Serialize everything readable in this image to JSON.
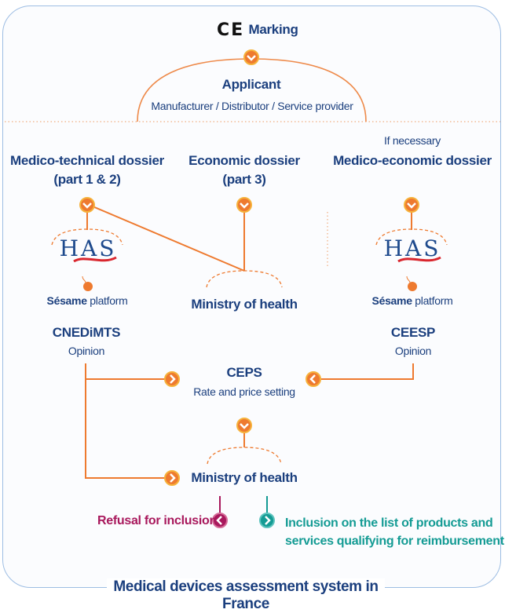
{
  "title": {
    "ce_mark": "CE",
    "label": "Marking"
  },
  "applicant": {
    "title": "Applicant",
    "subtitle": "Manufacturer / Distributor / Service provider"
  },
  "dossiers": {
    "medico_technical": {
      "line1": "Medico-technical dossier",
      "line2": "(part 1 & 2)"
    },
    "economic": {
      "line1": "Economic dossier",
      "line2": "(part 3)"
    },
    "medico_economic": {
      "note": "If necessary",
      "line1": "Medico-economic dossier"
    }
  },
  "has_logo": "HAS",
  "sesame": {
    "bold": "Sésame",
    "rest": " platform"
  },
  "ministry_label": "Ministry of health",
  "cnedimts": {
    "name": "CNEDiMTS",
    "sub": "Opinion"
  },
  "ceesp": {
    "name": "CEESP",
    "sub": "Opinion"
  },
  "ceps": {
    "name": "CEPS",
    "sub": "Rate and price setting"
  },
  "outcomes": {
    "refusal": "Refusal for inclusion",
    "inclusion_line1": "Inclusion on the list of products and",
    "inclusion_line2": "services qualifying for reimbursement"
  },
  "footer": "Medical devices assessment system in France",
  "colors": {
    "navy": "#1b3f7e",
    "orange": "#ee7a2f",
    "refusal": "#a8185c",
    "inclusion": "#149b94",
    "frame": "#9dbde3"
  }
}
